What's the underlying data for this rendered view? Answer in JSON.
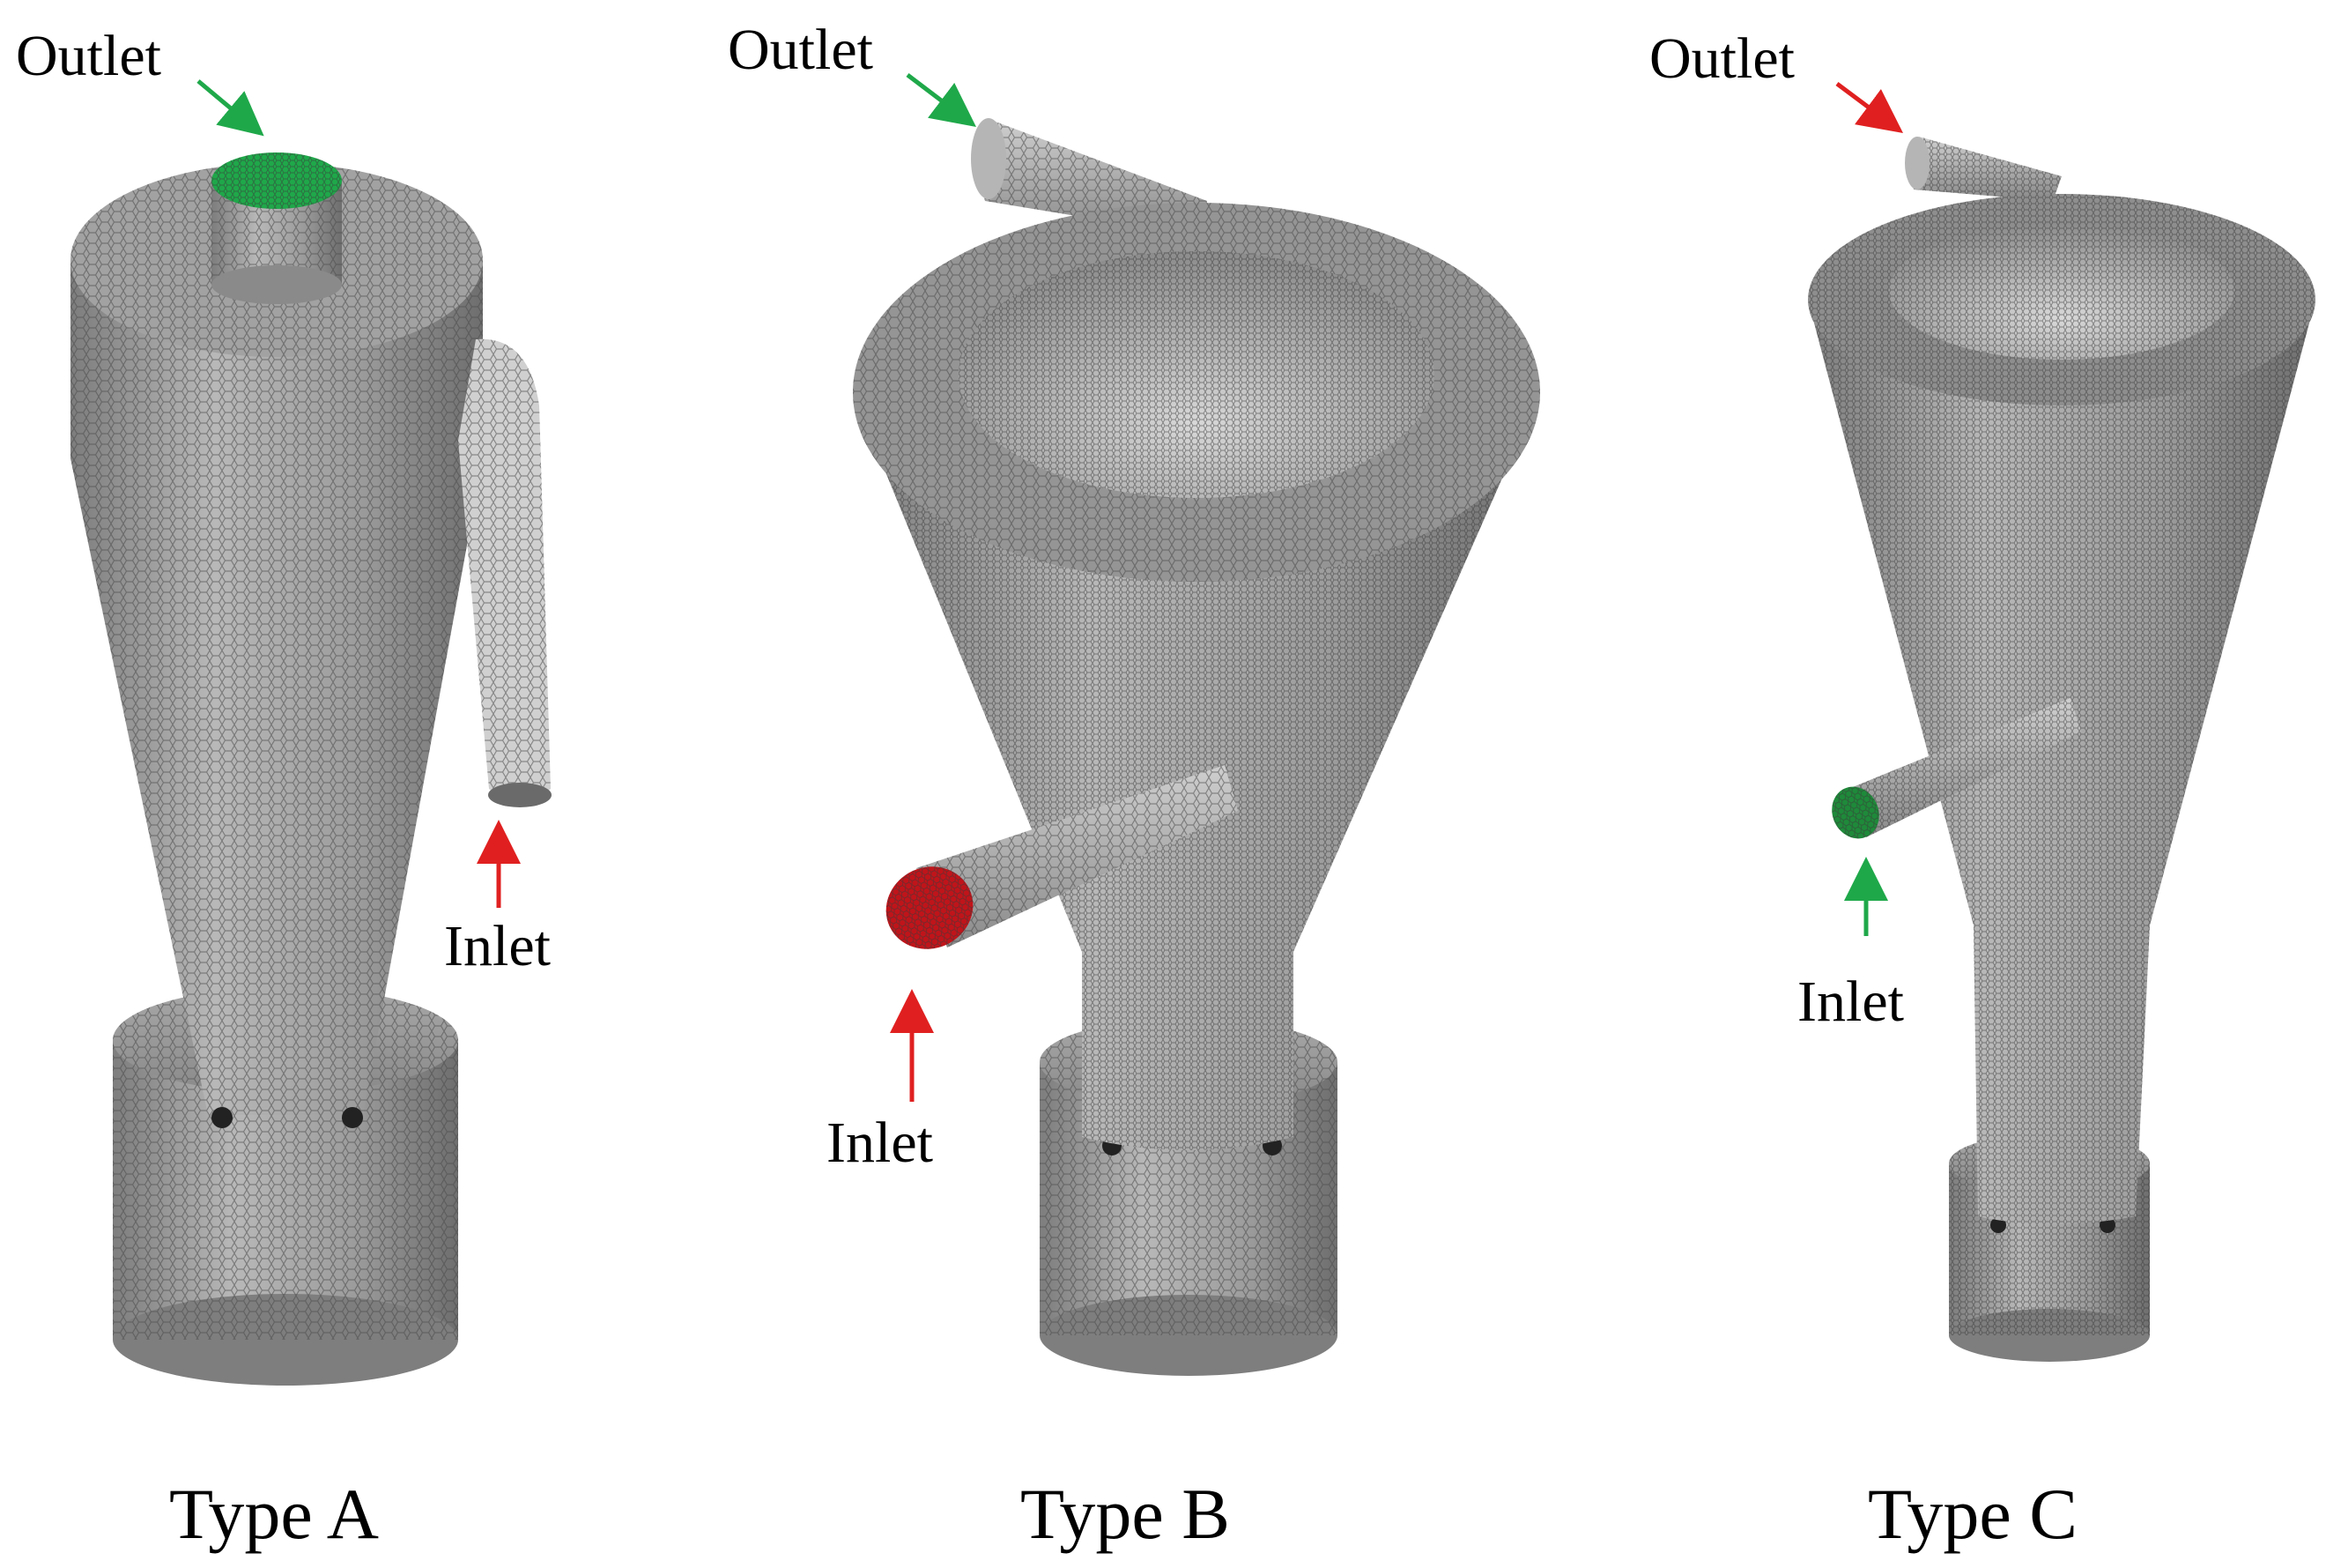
{
  "panels": [
    {
      "caption": "Type A",
      "outlet_label": "Outlet",
      "inlet_label": "Inlet",
      "outlet_color": "#1fa84a",
      "inlet_color": "#e02020",
      "outlet_arrow": "#1fa84a",
      "inlet_arrow": "#e02020"
    },
    {
      "caption": "Type B",
      "outlet_label": "Outlet",
      "inlet_label": "Inlet",
      "outlet_color": "#9a9a9a",
      "inlet_color": "#c0141a",
      "outlet_arrow": "#1fa84a",
      "inlet_arrow": "#e02020"
    },
    {
      "caption": "Type C",
      "outlet_label": "Outlet",
      "inlet_label": "Inlet",
      "outlet_color": "#9a9a9a",
      "inlet_color": "#1e8a3a",
      "outlet_arrow": "#e02020",
      "inlet_arrow": "#1fa84a"
    }
  ],
  "colors": {
    "mesh": "#8f8f8f",
    "mesh_light": "#c9c9c9",
    "mesh_dark": "#5a5a5a"
  }
}
